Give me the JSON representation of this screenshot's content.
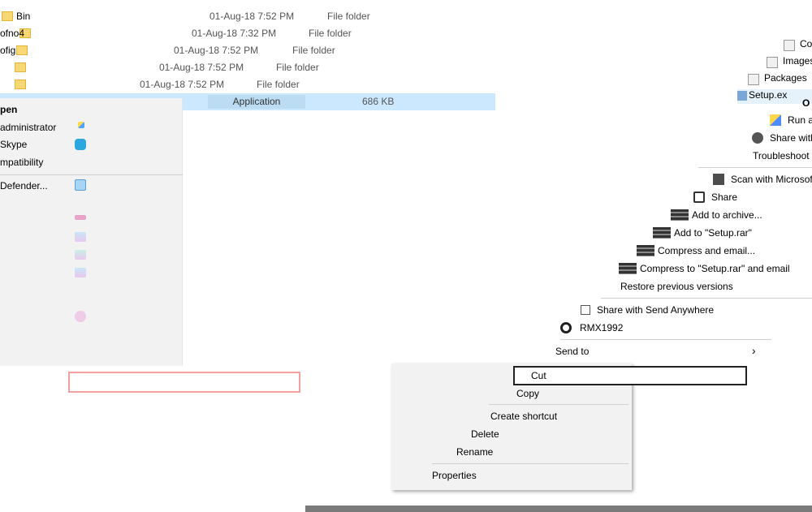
{
  "files": [
    {
      "name": "Bin",
      "date": "01-Aug-18 7:52 PM",
      "type": "File folder"
    },
    {
      "name": "ofno4",
      "date": "01-Aug-18 7:32 PM",
      "type": "File folder"
    },
    {
      "name": "ofig",
      "date": "01-Aug-18 7:52 PM",
      "type": "File folder"
    },
    {
      "name": "",
      "date": "01-Aug-18 7:52 PM",
      "type": "File folder"
    },
    {
      "name": "",
      "date": "01-Aug-18 7:52 PM",
      "type": "File folder"
    }
  ],
  "selected": {
    "type": "Application",
    "size": "686 KB"
  },
  "right_files": [
    "Co",
    "Images",
    "Packages",
    "Setup.ex"
  ],
  "left_menu": {
    "open": "pen",
    "run_admin": "administrator",
    "skype": "Skype",
    "compat": "mpatibility",
    "defender": "Defender..."
  },
  "right_menu": {
    "open": "O",
    "run_as": "Run a",
    "share_with": "Share with",
    "troubleshoot": "Troubleshoot c",
    "scan": "Scan with Microsof",
    "share": "Share",
    "add_archive": "Add to archive...",
    "add_rar": "Add to \"Setup.rar\"",
    "compress_email": "Compress and email...",
    "compress_rar_email": "Compress to \"Setup.rar\" and email",
    "restore": "Restore previous versions",
    "send_anywhere": "Share with Send Anywhere",
    "rmx": "RMX1992",
    "send_to": "Send to"
  },
  "context_menu": {
    "cut": "Cut",
    "copy": "Copy",
    "create_shortcut": "Create shortcut",
    "delete": "Delete",
    "rename": "Rename",
    "properties": "Properties"
  }
}
